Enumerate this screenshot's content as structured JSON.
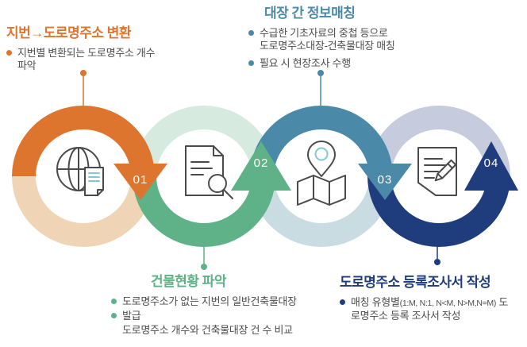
{
  "colors": {
    "step1": "#DE752F",
    "step1_light": "#EFD4B5",
    "step2": "#5FB287",
    "step2_light": "#D6EADF",
    "step3": "#4A8AA8",
    "step3_light": "#C8DCE2",
    "step4": "#1F3C7C",
    "step4_light": "#C6CCDE",
    "body_text": "#4D4D4D",
    "icon_stroke": "#4A4A4A",
    "icon_accent": "#85C8D3",
    "background": "#FFFFFF"
  },
  "steps": [
    {
      "number": "01",
      "icon": "globe-document-icon"
    },
    {
      "number": "02",
      "icon": "document-magnifier-icon"
    },
    {
      "number": "03",
      "icon": "map-pin-icon"
    },
    {
      "number": "04",
      "icon": "document-pencil-icon"
    }
  ],
  "callouts": {
    "step1": {
      "title": "지번→도로명주소 변환",
      "item1_line1": "지번별 변환되는 도로명주소 개수",
      "item1_line2": "파악"
    },
    "step2": {
      "title": "건물현황 파악",
      "row1": "도로명주소가 없는 지번의 일반건축물대장",
      "row2": "발급",
      "row3": "도로명주소 개수와 건축물대장 건 수 비교"
    },
    "step3": {
      "title": "대장 간 정보매칭",
      "item1_line1": "수급한 기초자료의 중첩 등으로",
      "item1_line2": "도로명주소대장-건축물대장 매칭",
      "item2": "필요 시 현장조사 수행"
    },
    "step4": {
      "title": "도로명주소 등록조사서 작성",
      "seg1": "매칭 유형별",
      "seg2": "(1:M, N:1, N<M, N>M,",
      "seg3": "N=M)",
      "seg4": " 도로명주소 등록 조사서 작",
      "seg5": "성"
    }
  }
}
